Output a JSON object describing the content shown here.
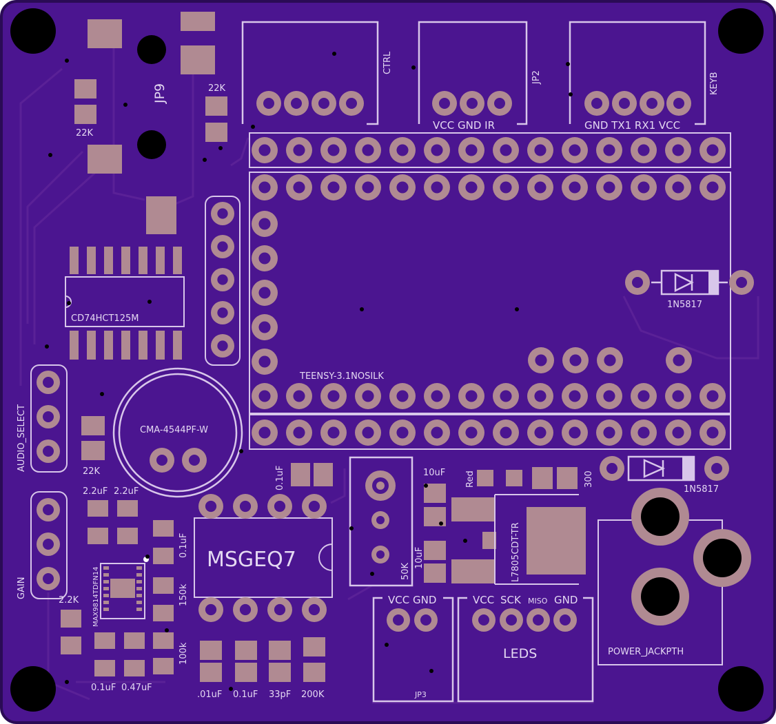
{
  "colors": {
    "board": "#4b1590",
    "board_edge": "#2a0b55",
    "trace": "#5a2197",
    "silkscreen": "#d8c6ea",
    "copper_pad": "#b08a92",
    "pad_hole": "#4b1590",
    "mount_hole": "#000000"
  },
  "labels": {
    "jp9": "JP9",
    "r_22k_a": "22K",
    "r_22k_b": "22K",
    "r_22k_c": "22K",
    "ctrl": "CTRL",
    "jp2": "JP2",
    "keyb": "KEYB",
    "vcc_gnd_ir": "VCC GND  IR",
    "gnd_tx_rx_vcc": "GND TX1 RX1 VCC",
    "cd74": "CD74HCT125M",
    "teensy": "TEENSY-3.1NOSILK",
    "diode1": "1N5817",
    "diode2": "1N5817",
    "audio_select": "AUDIO_SELECT",
    "cma": "CMA-4544PF-W",
    "c_01uf_top": "0.1uF",
    "c_10uf_a": "10uF",
    "red": "Red",
    "r_300": "300",
    "l7805": "L7805CDT-TR",
    "c_10uf_b": "10uF",
    "pot_50k": "50K",
    "msgeq7": "MSGEQ7",
    "gain": "GAIN",
    "c_22uf_a": "2.2uF",
    "c_22uf_b": "2.2uF",
    "c_01uf_side": "0.1uF",
    "r_150k": "150k",
    "r_100k": "100k",
    "r_22k_small": "2.2K",
    "max9814": "MAX9814TDFN14",
    "c_01uf_bot": "0.1uF",
    "c_047uf": "0.47uF",
    "c_001uf": ".01uF",
    "c_01uf_bot2": "0.1uF",
    "c_33pf": "33pF",
    "r_200k": "200K",
    "jp3_header": "VCC GND",
    "jp3": "JP3",
    "leds_header": "VCC SCK MISO GND",
    "leds_sck": "SCK",
    "leds_miso": "MISO",
    "leds_gnd": "GND",
    "leds_vcc": "VCC",
    "leds": "LEDS",
    "power_jack": "POWER_JACKPTH"
  }
}
